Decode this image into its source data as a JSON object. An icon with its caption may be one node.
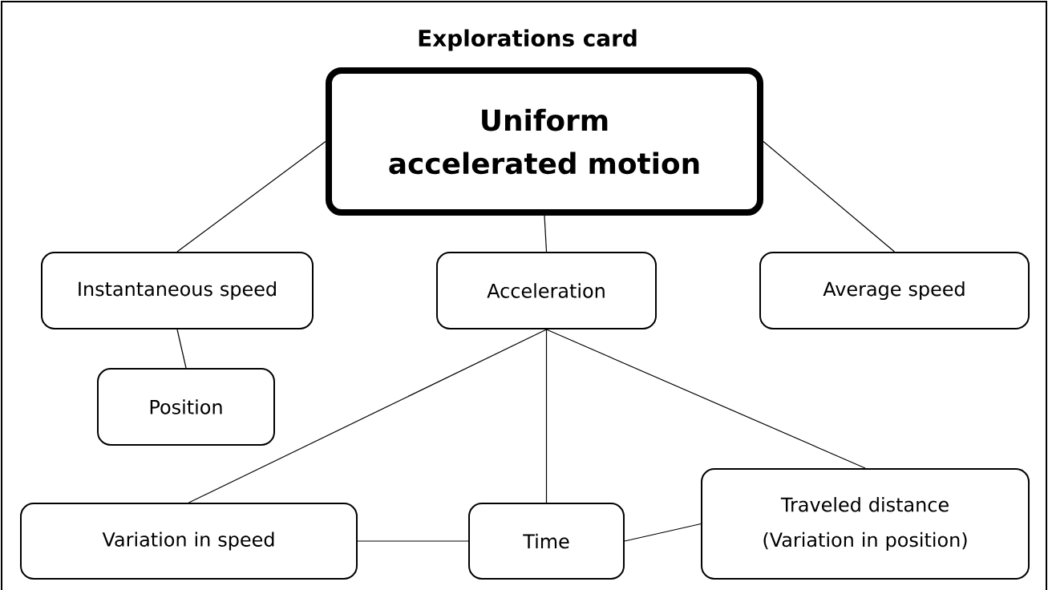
{
  "diagram": {
    "title": "Explorations card",
    "nodes": [
      {
        "text": [
          "Uniform accelerated motion"
        ]
      },
      {
        "text": [
          "Instantaneous speed"
        ]
      },
      {
        "text": [
          "Acceleration"
        ]
      },
      {
        "text": [
          "Average speed"
        ]
      },
      {
        "text": [
          "Position"
        ]
      },
      {
        "text": [
          "Variation in speed"
        ]
      },
      {
        "text": [
          "Time"
        ]
      },
      {
        "text": [
          "Traveled distance (Variation in position)"
        ]
      }
    ],
    "edges": [
      {
        "from": 0,
        "to": 1,
        "arrow": "none"
      },
      {
        "from": 0,
        "to": 2,
        "arrow": "none"
      },
      {
        "from": 0,
        "to": 3,
        "arrow": "none"
      },
      {
        "from": 1,
        "to": 4,
        "arrow": "none"
      },
      {
        "from": 2,
        "to": 5,
        "arrow": "none"
      },
      {
        "from": 2,
        "to": 6,
        "arrow": "none"
      },
      {
        "from": 2,
        "to": 7,
        "arrow": "none"
      },
      {
        "from": 5,
        "to": 6,
        "arrow": "none"
      },
      {
        "from": 6,
        "to": 7,
        "arrow": "none"
      }
    ]
  }
}
